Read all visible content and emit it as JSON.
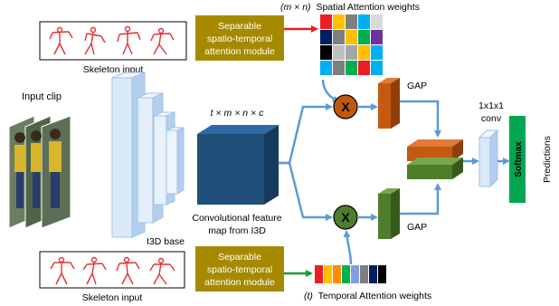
{
  "diagram": {
    "skeleton_top_label": "Skeleton input",
    "skeleton_bottom_label": "Skeleton input",
    "module_top_lines": [
      "Separable",
      "spatio-temporal",
      "attention module"
    ],
    "module_bottom_lines": [
      "Separable",
      "spatio-temporal",
      "attention module"
    ],
    "spatial_caption_math": "(m × n)",
    "spatial_caption_text": "Spatial Attention weights",
    "temporal_caption_math": "(t)",
    "temporal_caption_text": "Temporal Attention weights",
    "input_clip_label": "Input clip",
    "i3d_base_label": "I3D base",
    "feature_dims": "t × m × n × c",
    "conv_feature_lines": [
      "Convolutional feature",
      "map from I3D"
    ],
    "multiply_symbol": "X",
    "gap_top": "GAP",
    "gap_bottom": "GAP",
    "conv1x1_lines": [
      "1x1x1",
      "conv"
    ],
    "softmax_label": "Softmax",
    "predictions_label": "Predictions"
  },
  "colors": {
    "module_fill": "#a58a00",
    "arrow_blue": "#5b9bd5",
    "arrow_red": "#e02020",
    "arrow_green": "#1f9a3a",
    "multiply_fill": "#c0570e",
    "gap_orange": "#c45a12",
    "gap_green": "#4e7d2c",
    "softmax_fill": "#00a651",
    "feature_cube": "#1f4e79",
    "i3d_light": "#dce9f8"
  },
  "spatial_grid_colors": [
    [
      "#ee1c25",
      "#ffc000",
      "#7f7f7f",
      "#00b0f0",
      "#d9d9d9"
    ],
    [
      "#002060",
      "#7f7f7f",
      "#ffc000",
      "#00b050",
      "#7030a0"
    ],
    [
      "#000000",
      "#bfbfbf",
      "#a6a6a6",
      "#ffc000",
      "#00b0f0"
    ],
    [
      "#00b0f0",
      "#7f7f7f",
      "#00b050",
      "#ee1c25",
      "#00b0f0"
    ]
  ],
  "temporal_colors": [
    "#ee1c25",
    "#ffc000",
    "#ff8c00",
    "#00b050",
    "#7f9fdf",
    "#7f7f7f",
    "#002060",
    "#000000"
  ]
}
